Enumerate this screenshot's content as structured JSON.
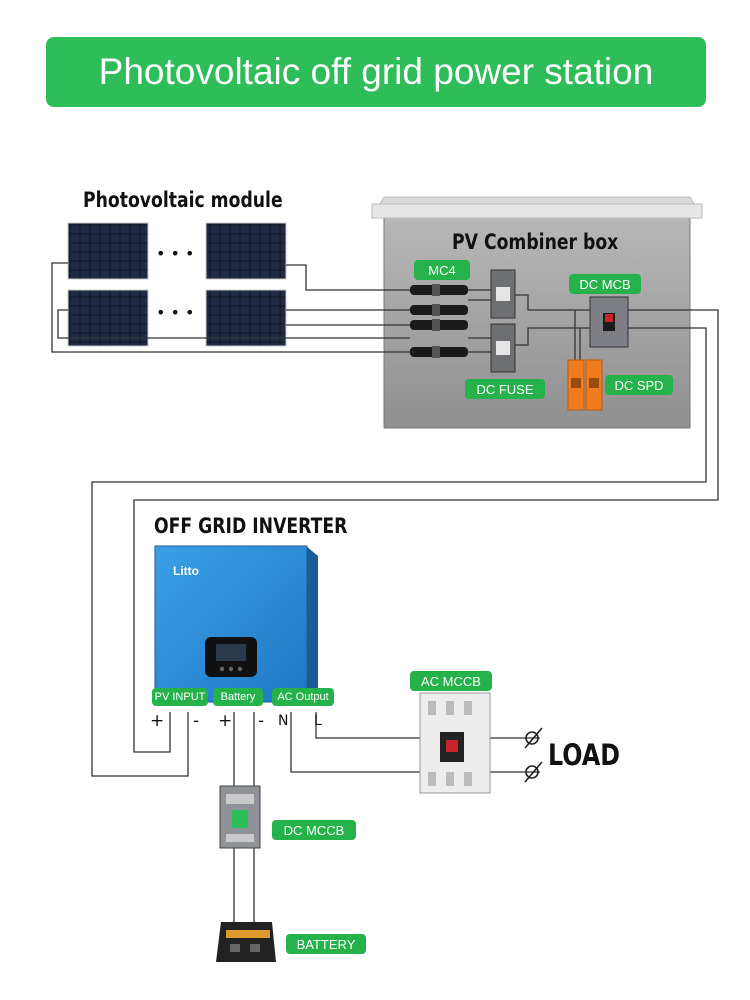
{
  "title": "Photovoltaic off grid power station",
  "headings": {
    "pv_module": "Photovoltaic module",
    "combiner": "PV Combiner box",
    "inverter": "OFF GRID INVERTER",
    "load": "LOAD"
  },
  "labels": {
    "mc4": "MC4",
    "dc_mcb": "DC MCB",
    "dc_fuse": "DC FUSE",
    "dc_spd": "DC SPD",
    "pv_input": "PV INPUT",
    "battery_port": "Battery",
    "ac_output": "AC Output",
    "ac_mccb": "AC MCCB",
    "dc_mccb": "DC MCCB",
    "battery": "BATTERY"
  },
  "terminals": {
    "pv_plus": "+",
    "pv_minus": "-",
    "bat_plus": "+",
    "bat_minus": "-",
    "neutral": "N",
    "live": "L"
  },
  "inverter_brand": "Litto",
  "ellipsis": "• • •",
  "colors": {
    "banner": "#2fbd5a",
    "tag": "#26b24b",
    "inverter_body": "#2f8fd8",
    "spd": "#f07a1e",
    "combiner_box": "#aaaaaa"
  }
}
